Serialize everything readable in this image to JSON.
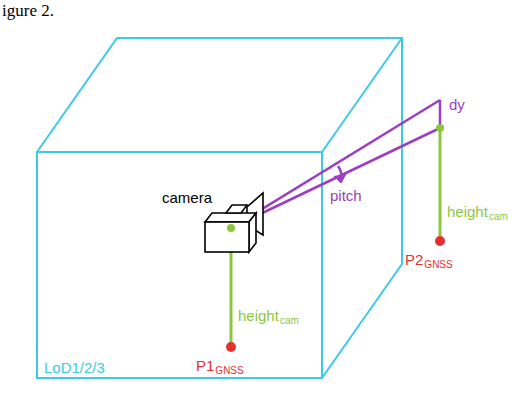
{
  "diagram": {
    "labels": [
      "igure 2.",
      "LoD1/2/3",
      "camera",
      "pitch",
      "dy",
      "height",
      "cam",
      "height",
      "cam",
      "P1",
      "GNSS",
      "P2",
      "GNSS"
    ]
  }
}
